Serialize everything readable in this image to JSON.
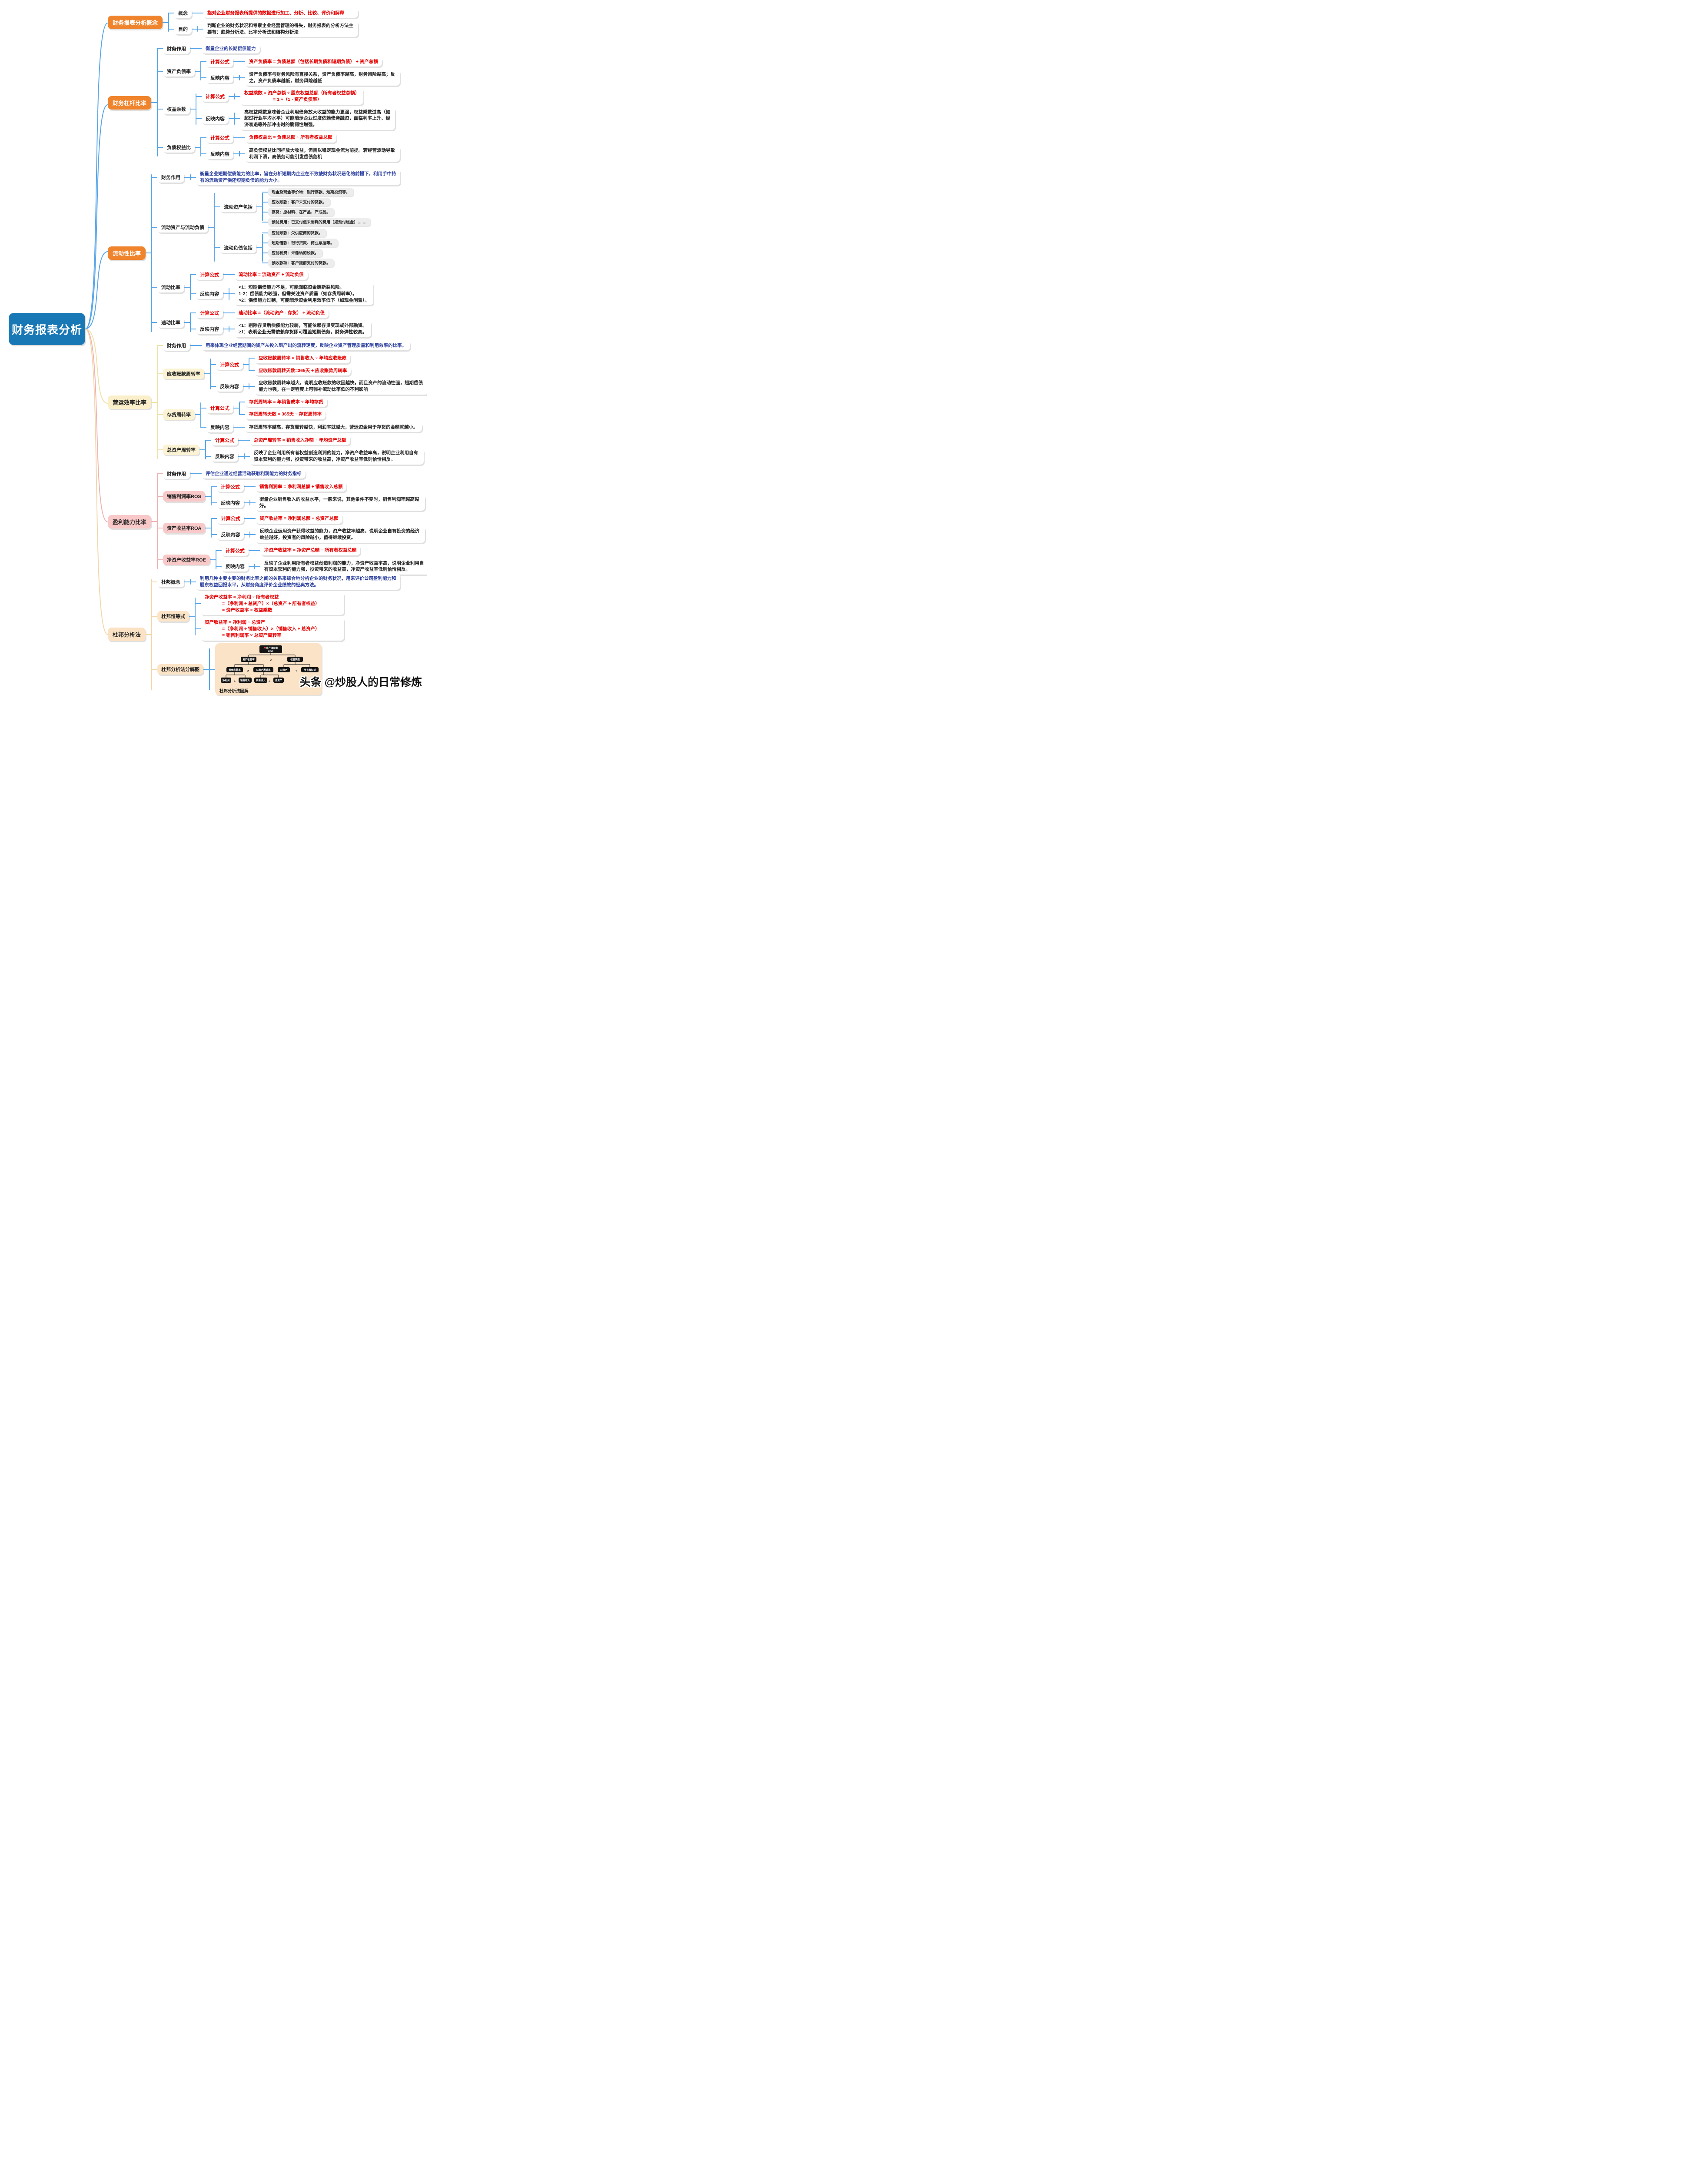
{
  "root": {
    "label": "财务报表分析"
  },
  "watermark": "头条 @炒股人的日常修炼",
  "labels": {
    "formula": "计算公式",
    "reflect": "反映内容",
    "role": "财务作用"
  },
  "colors": {
    "root_bg": "#1878b6",
    "branch_orange": "#f0842c",
    "branch_yellow": "#faefc9",
    "branch_pink": "#f9c8c8",
    "branch_peach": "#fbe2c4",
    "formula_red": "#e60000",
    "role_blue": "#2b3f9f",
    "line_blue": "#58a6e8",
    "line_yellow": "#f0e1a8",
    "line_pink": "#f0b2b2",
    "line_peach": "#f4d6a8",
    "diagram_bg": "#fbe3c8"
  },
  "b1": {
    "label": "财务报表分析概念",
    "concept_label": "概念",
    "concept_text": "指对企业财务报表所提供的数据进行加工、分析、比较、评价和解释",
    "purpose_label": "目的",
    "purpose_text": "判断企业的财务状况和考察企业经营管理的得失，财务报表的分析方法主要有：趋势分析法、比率分析法和结构分析法"
  },
  "b2": {
    "label": "财务杠杆比率",
    "role_text": "衡量企业的长期偿债能力",
    "items": [
      {
        "name": "资产负债率",
        "f1": "资产负债率 = 负债总额（包括长期负债和短期负债） ÷ 资产总额",
        "reflect": "资产负债率与财务风险有直接关系，资产负债率越高，财务风险越高；反之，资产负债率越低，财务风险越低"
      },
      {
        "name": "权益乘数",
        "f1": "权益乘数 = 资产总额 ÷ 股东权益总额（所有者权益总额）",
        "f2": "= 1 ÷（1 - 资产负债率）",
        "reflect": "高权益乘数意味着企业利用债务放大收益的能力更强，权益乘数过高（如超过行业平均水平）可能暗示企业过度依赖债务融资，面临利率上升、经济衰退等外部冲击时的脆弱性增强。"
      },
      {
        "name": "负债权益比",
        "f1": "负债权益比 = 负债总额 ÷ 所有者权益总额",
        "reflect": "高负债权益比同样放大收益，但需以稳定现金流为前提。若经营波动导致利润下滑，高债务可能引发偿债危机"
      }
    ]
  },
  "b3": {
    "label": "流动性比率",
    "role_text": "衡量企业短期偿债能力的比率，旨在分析短期内企业在不致使财务状况恶化的前提下，利用手中持有的流动资产偿还短期负债的能力大小。",
    "group_label": "流动资产与流动负债",
    "assets_label": "流动资产包括",
    "assets": [
      "现金及现金等价物：银行存款、短期投资等。",
      "应收账款：客户未支付的货款。",
      "存货：原材料、在产品、产成品。",
      "预付费用：已支付但未消耗的费用（如预付租金）… …"
    ],
    "liab_label": "流动负债包括",
    "liabilities": [
      "应付账款：欠供应商的货款。",
      "短期借款：银行贷款、商业票据等。",
      "应付税费：未缴纳的税款。",
      "预收款项：客户提前支付的货款。"
    ],
    "current": {
      "name": "流动比率",
      "f1": "流动比率 = 流动资产 ÷ 流动负债",
      "lines": [
        "<1：短期偿债能力不足，可能面临资金链断裂风险。",
        "1-2：偿债能力较强，但需关注资产质量（如存货周转率）。",
        ">2：偿债能力过剩，可能暗示资金利用效率低下（如现金闲置）。"
      ]
    },
    "quick": {
      "name": "速动比率",
      "f1": "速动比率 =（流动资产 - 存货） ÷ 流动负债",
      "lines": [
        "<1：剔除存货后偿债能力较弱，可能依赖存货变现或外部融资。",
        "≥1：表明企业无需依赖存货即可覆盖短期债务，财务弹性较高。"
      ]
    }
  },
  "b4": {
    "label": "营运效率比率",
    "role_text": "用来体现企业经营期间的资产从投入到产出的流转速度，反映企业资产管理质量和利用效率的比率。",
    "items": [
      {
        "name": "应收账款周转率",
        "f1": "应收账款周转率 = 销售收入 ÷ 年均应收账款",
        "f2": "应收账款周转天数=365天 ÷ 应收账款周转率",
        "reflect": "应收账款周转率越大，说明应收账款的收回越快，而且资产的流动性强，短期偿债能力也强，在一定程度上可弥补流动比率低的不利影响"
      },
      {
        "name": "存货周转率",
        "f1": "存货周转率 = 年销售成本 ÷ 年均存货",
        "f2": "存货周转天数 = 365天 ÷ 存货周转率",
        "reflect": "存货周转率越高，存货周转越快，利润率就越大，营运资金用于存货的金额就越小。"
      },
      {
        "name": "总资产周转率",
        "f1": "总资产周转率 = 销售收入净额 ÷ 年均资产总额",
        "reflect": "反映了企业利用所有者权益创造利润的能力，净资产收益率高，说明企业利用自有资本获利的能力强，投资带来的收益高，净资产收益率低则恰恰相反。"
      }
    ]
  },
  "b5": {
    "label": "盈利能力比率",
    "role_text": "评估企业通过经营活动获取利润能力的财务指标",
    "items": [
      {
        "name": "销售利润率ROS",
        "f1": "销售利润率 = 净利润总额 ÷ 销售收入总额",
        "reflect": "衡量企业销售收入的收益水平，一般来说，其他条件不变时，销售利润率越高越好。"
      },
      {
        "name": "资产收益率ROA",
        "f1": "资产收益率 = 净利润总额 ÷ 总资产总额",
        "reflect": "反映企业运用资产获得收益的能力，资产收益率越高，说明企业自有投资的经济效益越好，投资者的风险越小，值得继续投资。"
      },
      {
        "name": "净资产收益率ROE",
        "f1": "净资产收益率 = 净资产总额 ÷ 所有者权益总额",
        "reflect": "反映了企业利用所有者权益创造利润的能力，净资产收益率高，说明企业利用自有资本获利的能力强，投资带来的收益高，净资产收益率低则恰恰相反。"
      }
    ]
  },
  "b6": {
    "label": "杜邦分析法",
    "concept_label": "杜邦概念",
    "concept_text": "利用几种主要主要的财务比率之间的关系来综合地分析企业的财务状况，用来评价公司盈利能力和股东权益回报水平，从财务角度评价企业绩效的经典方法。",
    "identity_label": "杜邦恒等式",
    "roe_lines": [
      "净资产收益率 = 净利润 ÷ 所有者权益",
      "=（净利润 ÷ 总资产）×（总资产 ÷ 所有者权益）",
      "= 资产收益率 × 权益乘数"
    ],
    "roa_lines": [
      "资产收益率 = 净利润 ÷ 总资产",
      "=（净利润 ÷ 销售收入）×（销售收入 ÷ 总资产）",
      "= 销售利润率 × 总资产周转率"
    ],
    "diagram_label": "杜邦分析法分解图",
    "diagram": {
      "caption": "杜邦分析法图解",
      "roe_hl": "净",
      "roe_rest": "资产收益率",
      "roe_sub": "ROE",
      "roa": "资产收益率",
      "times1": "×",
      "em": "权益乘数",
      "ros": "销售利润率",
      "times2": "×",
      "tat": "总资产周转率",
      "ta1": "总资产",
      "div1": "÷",
      "oe": "所有者权益",
      "np": "净利润",
      "div2": "÷",
      "rev1": "销售收入",
      "rev2": "销售收入",
      "div3": "÷",
      "ta2": "总资产"
    }
  }
}
